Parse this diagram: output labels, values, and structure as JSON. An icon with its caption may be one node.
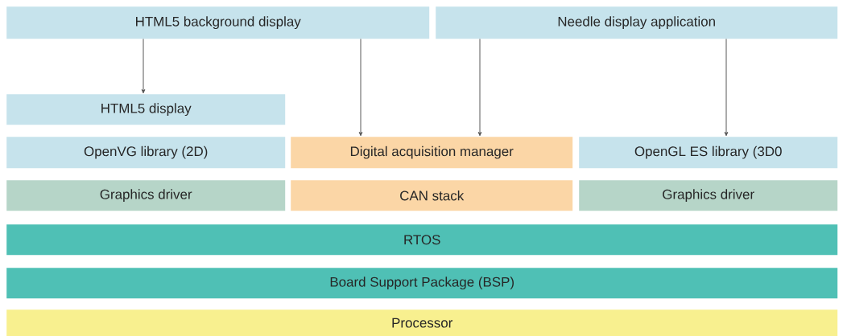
{
  "diagram": {
    "nodes": [
      {
        "text": [
          "HTML5 background display"
        ]
      },
      {
        "text": [
          "Needle display application"
        ]
      },
      {
        "text": [
          "HTML5 display"
        ]
      },
      {
        "text": [
          "OpenVG library (2D)"
        ]
      },
      {
        "text": [
          "Digital acquisition manager"
        ]
      },
      {
        "text": [
          "OpenGL ES library (3D0"
        ]
      },
      {
        "text": [
          "Graphics driver"
        ]
      },
      {
        "text": [
          "CAN stack"
        ]
      },
      {
        "text": [
          "Graphics driver"
        ]
      },
      {
        "text": [
          "RTOS"
        ]
      },
      {
        "text": [
          "Board Support Package (BSP)"
        ]
      },
      {
        "text": [
          "Processor"
        ]
      }
    ],
    "edges": [
      {
        "from": 0,
        "to": 2,
        "arrow": "to"
      },
      {
        "from": 0,
        "to": 4,
        "arrow": "to"
      },
      {
        "from": 1,
        "to": 4,
        "arrow": "to"
      },
      {
        "from": 1,
        "to": 5,
        "arrow": "to"
      }
    ]
  }
}
